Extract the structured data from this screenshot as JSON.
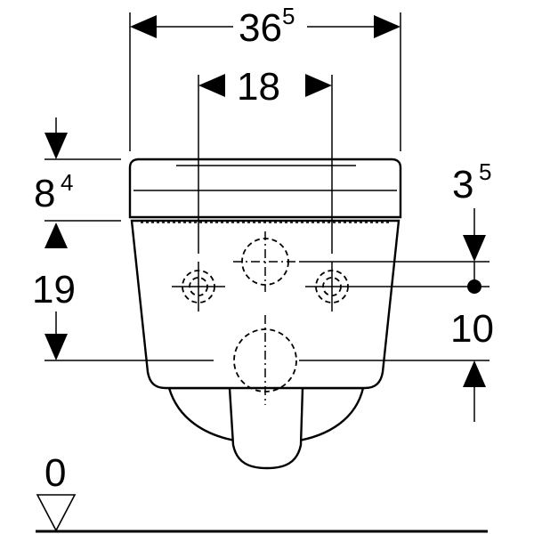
{
  "dimensions": {
    "overall_width": {
      "main": "36",
      "sup": "5"
    },
    "inner_spacing": {
      "main": "18"
    },
    "seat_height": {
      "main": "8",
      "sup": "4"
    },
    "lower_height": {
      "main": "19"
    },
    "upper_offset": {
      "main": "3",
      "sup": "5"
    },
    "mid_offset": {
      "main": "10"
    },
    "floor_level": {
      "main": "0"
    }
  }
}
